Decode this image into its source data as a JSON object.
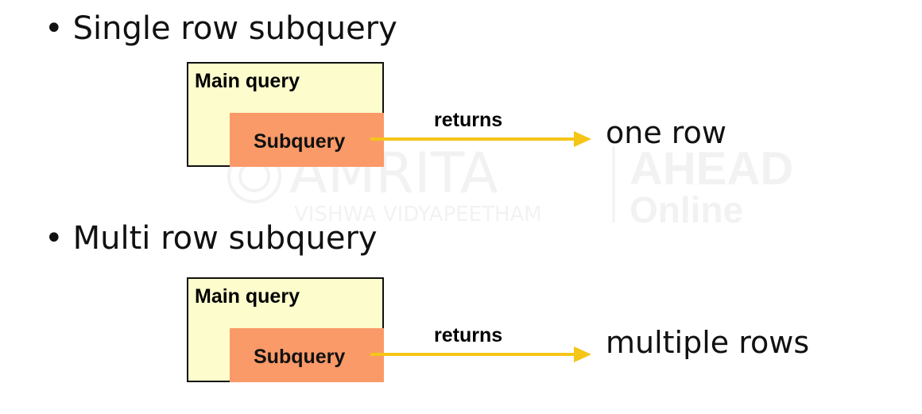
{
  "sections": [
    {
      "bullet": "•",
      "title": "Single row subquery",
      "main_label": "Main query",
      "sub_label": "Subquery",
      "arrow_label": "returns",
      "result": "one row"
    },
    {
      "bullet": "•",
      "title": "Multi row subquery",
      "main_label": "Main query",
      "sub_label": "Subquery",
      "arrow_label": "returns",
      "result": "multiple rows"
    }
  ],
  "watermark": {
    "name": "AMRITA",
    "subtitle": "VISHWA VIDYAPEETHAM",
    "right_top": "AHEAD",
    "right_bottom": "Online"
  },
  "colors": {
    "main_box_fill": "#fdfccc",
    "sub_box_fill": "#f99a68",
    "arrow": "#f5c518",
    "border": "#111111"
  }
}
